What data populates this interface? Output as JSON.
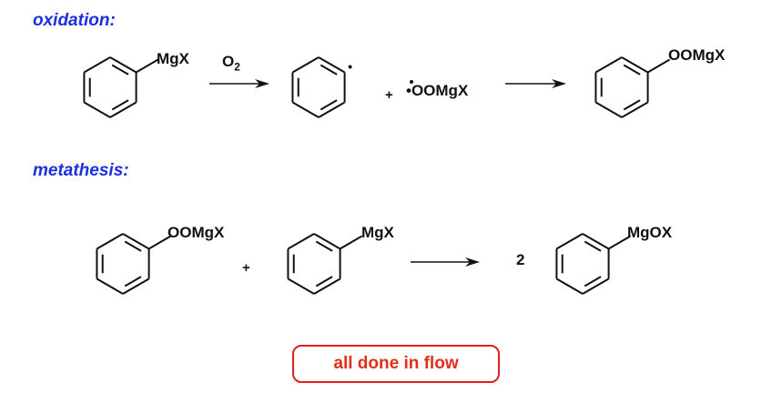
{
  "sections": {
    "oxidation": "oxidation:",
    "metathesis": "metathesis:"
  },
  "oxidation": {
    "reactant_group": "MgX",
    "reagent": "O",
    "reagent_subscript": "2",
    "plus": "+",
    "radical_species": "•OOMgX",
    "product_group": "OOMgX"
  },
  "metathesis": {
    "reactant1_group": "OOMgX",
    "plus": "+",
    "reactant2_group": "MgX",
    "coefficient": "2",
    "product_group": "MgOX"
  },
  "note": "all done in flow",
  "colors": {
    "heading": "#1a2fe0",
    "note": "#e0301a",
    "bonds": "#111111"
  }
}
